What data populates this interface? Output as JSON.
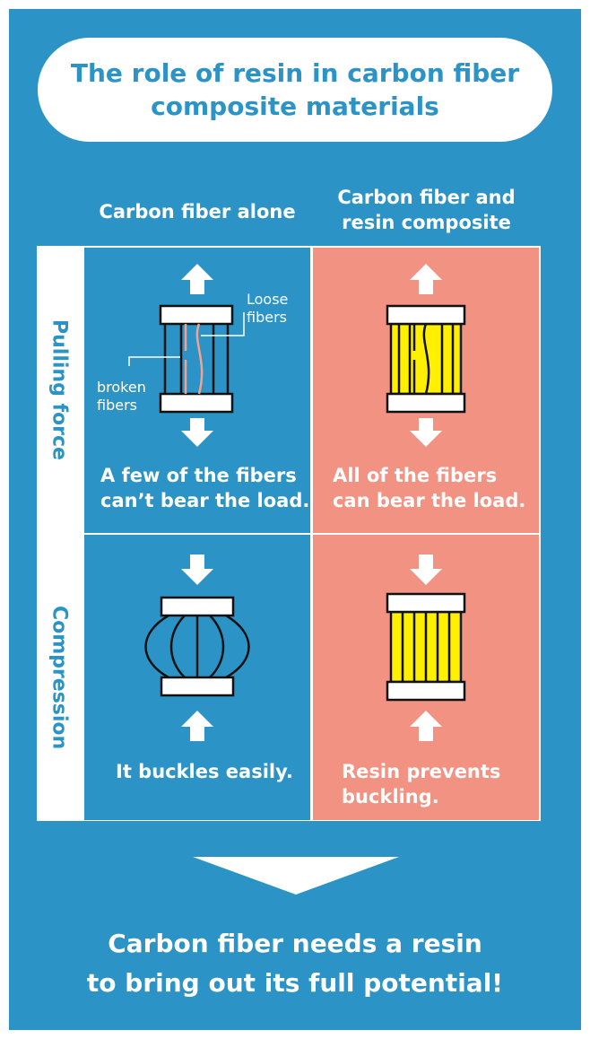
{
  "colors": {
    "background": "#2b93c5",
    "resin_cell": "#f29282",
    "resin": "#ffef00",
    "broken_fiber": "#f4a18e",
    "white": "#ffffff"
  },
  "title": {
    "line1": "The role of resin in carbon fiber",
    "line2": "composite materials"
  },
  "columns": {
    "alone": {
      "line1": "Carbon fiber alone"
    },
    "composite": {
      "line1": "Carbon fiber and",
      "line2": "resin composite"
    }
  },
  "rows": {
    "pulling": "Pulling force",
    "compression": "Compression"
  },
  "cells": {
    "pull_alone": {
      "label_loose_1": "Loose",
      "label_loose_2": "fibers",
      "label_broken_1": "broken",
      "label_broken_2": "fibers",
      "caption_1": "A few of the fibers",
      "caption_2": "can’t bear the load."
    },
    "pull_composite": {
      "caption_1": "All of the fibers",
      "caption_2": "can bear the load."
    },
    "comp_alone": {
      "caption_1": "It buckles easily."
    },
    "comp_composite": {
      "caption_1": "Resin prevents",
      "caption_2": "buckling."
    }
  },
  "icons": [
    "arrow-up-icon",
    "arrow-down-icon",
    "big-down-arrow-icon"
  ],
  "conclusion": {
    "line1": "Carbon fiber needs a resin",
    "line2": "to bring out its full potential!"
  }
}
